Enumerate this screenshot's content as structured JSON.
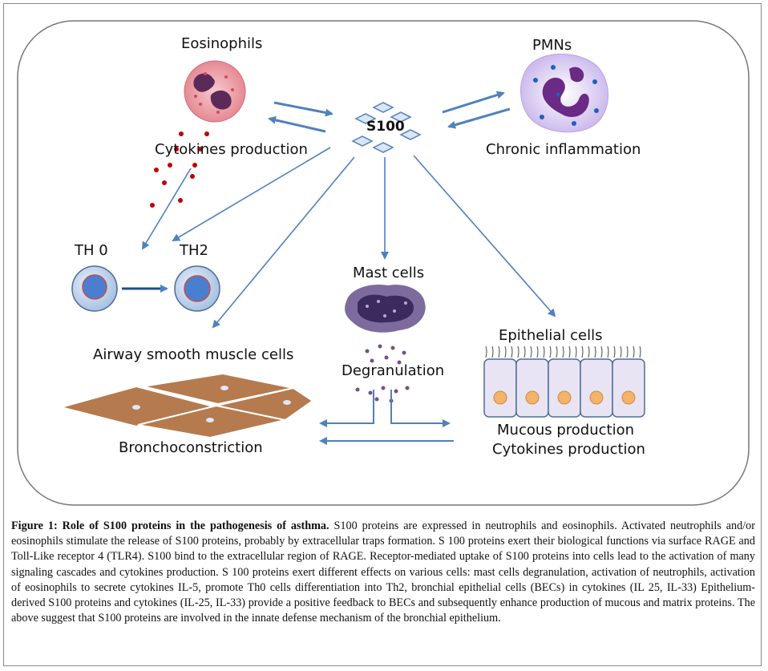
{
  "labels": {
    "eosinophils": "Eosinophils",
    "pmns": "PMNs",
    "s100": "S100",
    "cytokines_production_top": "Cytokines production",
    "chronic_inflammation": "Chronic  inflammation",
    "th0": "TH 0",
    "th2": "TH2",
    "mast_cells": "Mast cells",
    "epithelial_cells": "Epithelial cells",
    "airway_smooth_muscle": "Airway smooth muscle cells",
    "degranulation": "Degranulation",
    "mucous_production": "Mucous production",
    "cytokines_production_bottom": "Cytokines production",
    "bronchoconstriction": "Bronchoconstriction"
  },
  "caption": {
    "title": "Figure 1: Role of S100 proteins in the pathogenesis of asthma.",
    "body": " S100 proteins are expressed in neutrophils and eosinophils. Activated neutrophils and/or eosinophils stimulate the release of S100 proteins, probably by extracellular traps formation. S 100 proteins exert their biological functions via surface RAGE and Toll-Like receptor 4 (TLR4). S100 bind to the extracellular region of RAGE. Receptor-mediated uptake of S100 proteins into cells lead to the activation of many signaling cascades and cytokines production. S 100 proteins exert different effects on various cells: mast cells degranulation, activation of neutrophils, activation of eosinophils to secrete cytokines IL-5, promote Th0 cells differentiation into Th2, bronchial epithelial cells (BECs) in cytokines (IL 25, IL-33) Epithelium-derived S100 proteins and cytokines (IL-25, IL-33) provide a positive feedback to BECs and subsequently enhance production of mucous and matrix proteins. The above suggest that S100 proteins are involved in the innate defense mechanism of the bronchial epithelium."
  },
  "colors": {
    "arrow": "#4f81bd",
    "eosinophil_dots": "#c00000",
    "mast_dots": "#7a4e8a"
  }
}
